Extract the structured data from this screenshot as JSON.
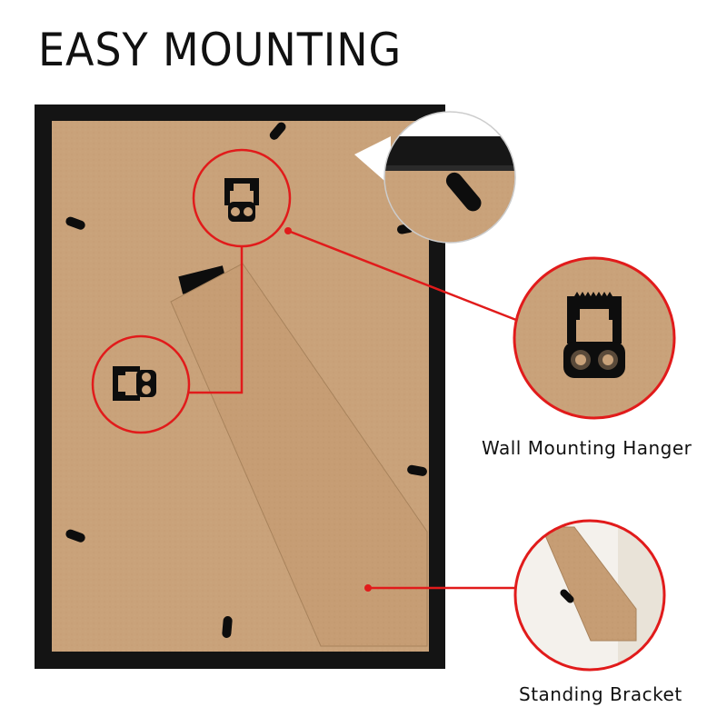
{
  "heading": "EASY MOUNTING",
  "callouts": {
    "hanger_label": "Wall Mounting Hanger",
    "bracket_label": "Standing Bracket"
  },
  "colors": {
    "frame": "#141414",
    "backing": "#c9a27a",
    "accent": "#e11b1b",
    "hardware": "#0d0d0d"
  },
  "icons": [
    "sawtooth-hanger-icon",
    "turn-clip-icon",
    "standing-bracket"
  ]
}
